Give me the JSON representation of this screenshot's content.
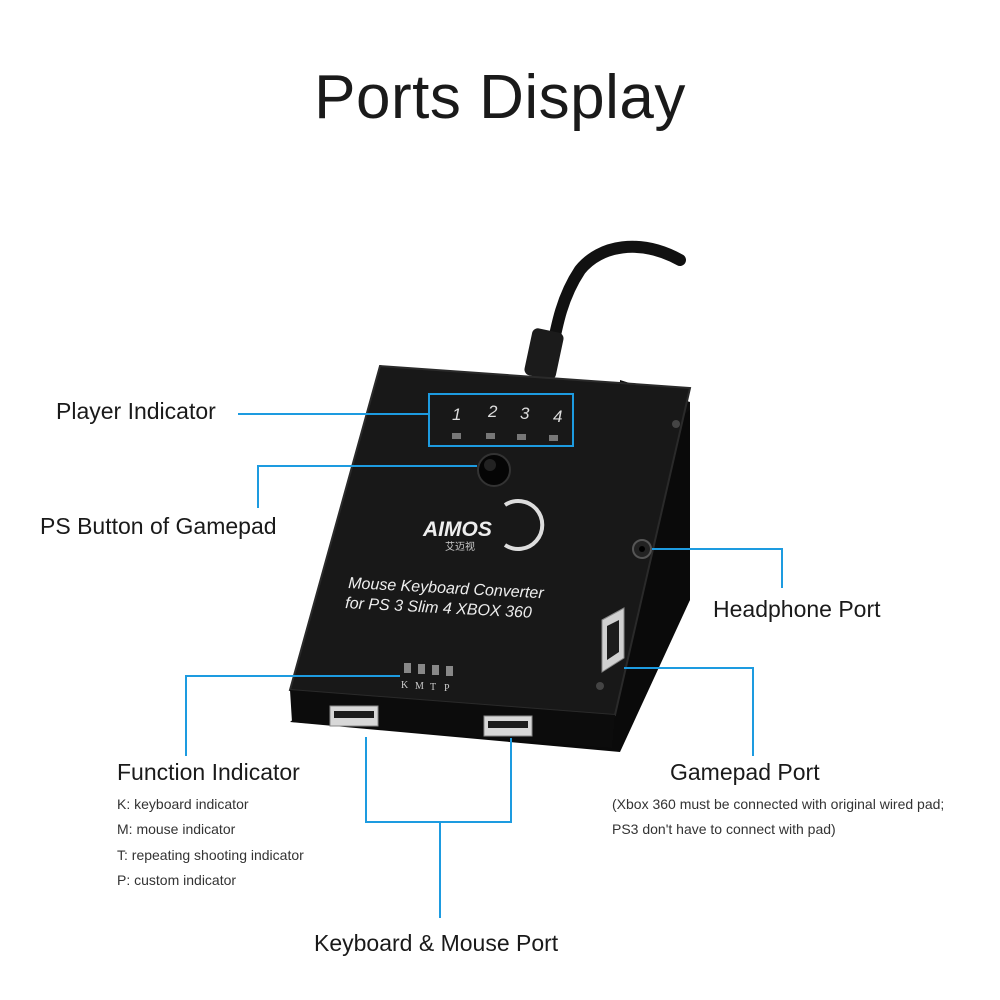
{
  "title": "Ports Display",
  "device": {
    "brand": "AIMOS",
    "brand_sub": "艾迈视",
    "player_numbers": [
      "1",
      "2",
      "3",
      "4"
    ],
    "function_letters": [
      "K",
      "M",
      "T",
      "P"
    ],
    "product_line1": "Mouse Keyboard Converter",
    "product_line2": "for PS 3 Slim 4 XBOX 360"
  },
  "labels": {
    "player_indicator": "Player Indicator",
    "ps_button": "PS Button of Gamepad",
    "headphone_port": "Headphone Port",
    "gamepad_port": "Gamepad Port",
    "gamepad_note1": "(Xbox 360 must be connected with original wired pad;",
    "gamepad_note2": "PS3 don't have to connect with pad)",
    "function_indicator": "Function Indicator",
    "function_items": [
      "K: keyboard indicator",
      "M: mouse indicator",
      "T: repeating shooting indicator",
      "P: custom indicator"
    ],
    "kb_mouse_port": "Keyboard & Mouse Port"
  },
  "colors": {
    "callout_line": "#1d9be0",
    "device_body": "#141414",
    "device_edge": "#2a2a2a"
  }
}
